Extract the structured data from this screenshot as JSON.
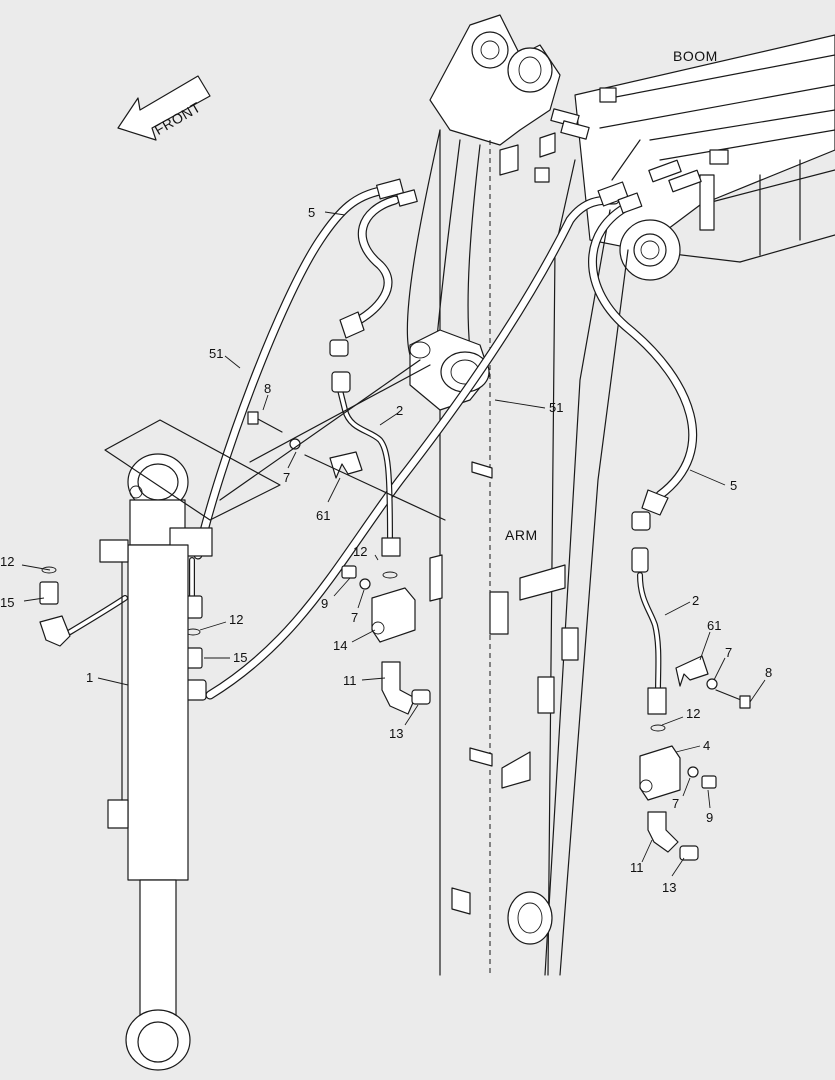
{
  "labels": {
    "boom": "BOOM",
    "arm": "ARM",
    "front": "FRONT"
  },
  "callouts": {
    "p1": "1",
    "p2_left": "2",
    "p2_right": "2",
    "p4": "4",
    "p5_left": "5",
    "p5_right": "5",
    "p7_left_upper": "7",
    "p7_left_lower": "7",
    "p7_right": "7",
    "p8_left": "8",
    "p8_right": "8",
    "p9_left": "9",
    "p9_right": "9",
    "p11_left": "11",
    "p11_right": "11",
    "p12_far_left": "12",
    "p12_cyl": "12",
    "p12_mid": "12",
    "p12_right": "12",
    "p13_left": "13",
    "p13_right": "13",
    "p14": "14",
    "p15_far_left": "15",
    "p15_cyl": "15",
    "p51_left": "51",
    "p51_right": "51",
    "p61_left": "61",
    "p61_right": "61"
  },
  "icons": {
    "front_arrow": "front-arrow-icon"
  },
  "colors": {
    "background": "#ebebeb",
    "line": "#1a1a1a",
    "fill": "#ffffff"
  }
}
